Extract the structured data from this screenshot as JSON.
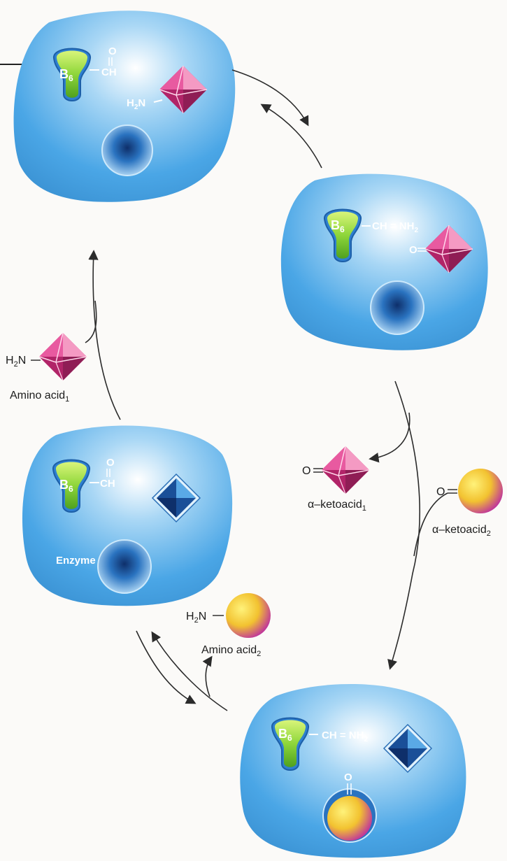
{
  "labels": {
    "b6": "B",
    "b6_sub": "6",
    "aldehyde_o": "O",
    "ch": "CH",
    "ch_nh2": "CH = NH",
    "nh2_sub": "2",
    "h2n": "H",
    "h2n_sub": "2",
    "h2n_tail": "N",
    "o_dbl": "O",
    "amino_acid_1": "Amino acid",
    "amino_acid_1_sub": "1",
    "amino_acid_2": "Amino acid",
    "amino_acid_2_sub": "2",
    "ketoacid_1": "α–ketoacid",
    "ketoacid_1_sub": "1",
    "ketoacid_2": "α–ketoacid",
    "ketoacid_2_sub": "2",
    "enzyme": "Enzyme"
  },
  "colors": {
    "enzyme_blue": "#4aa6e6",
    "pocket": "#1f5fa8",
    "cofactor_green": "#8ed63a",
    "amino_acid_1": "#d6357e",
    "amino_acid_2": "#f2c230",
    "background": "#fbfaf8"
  }
}
